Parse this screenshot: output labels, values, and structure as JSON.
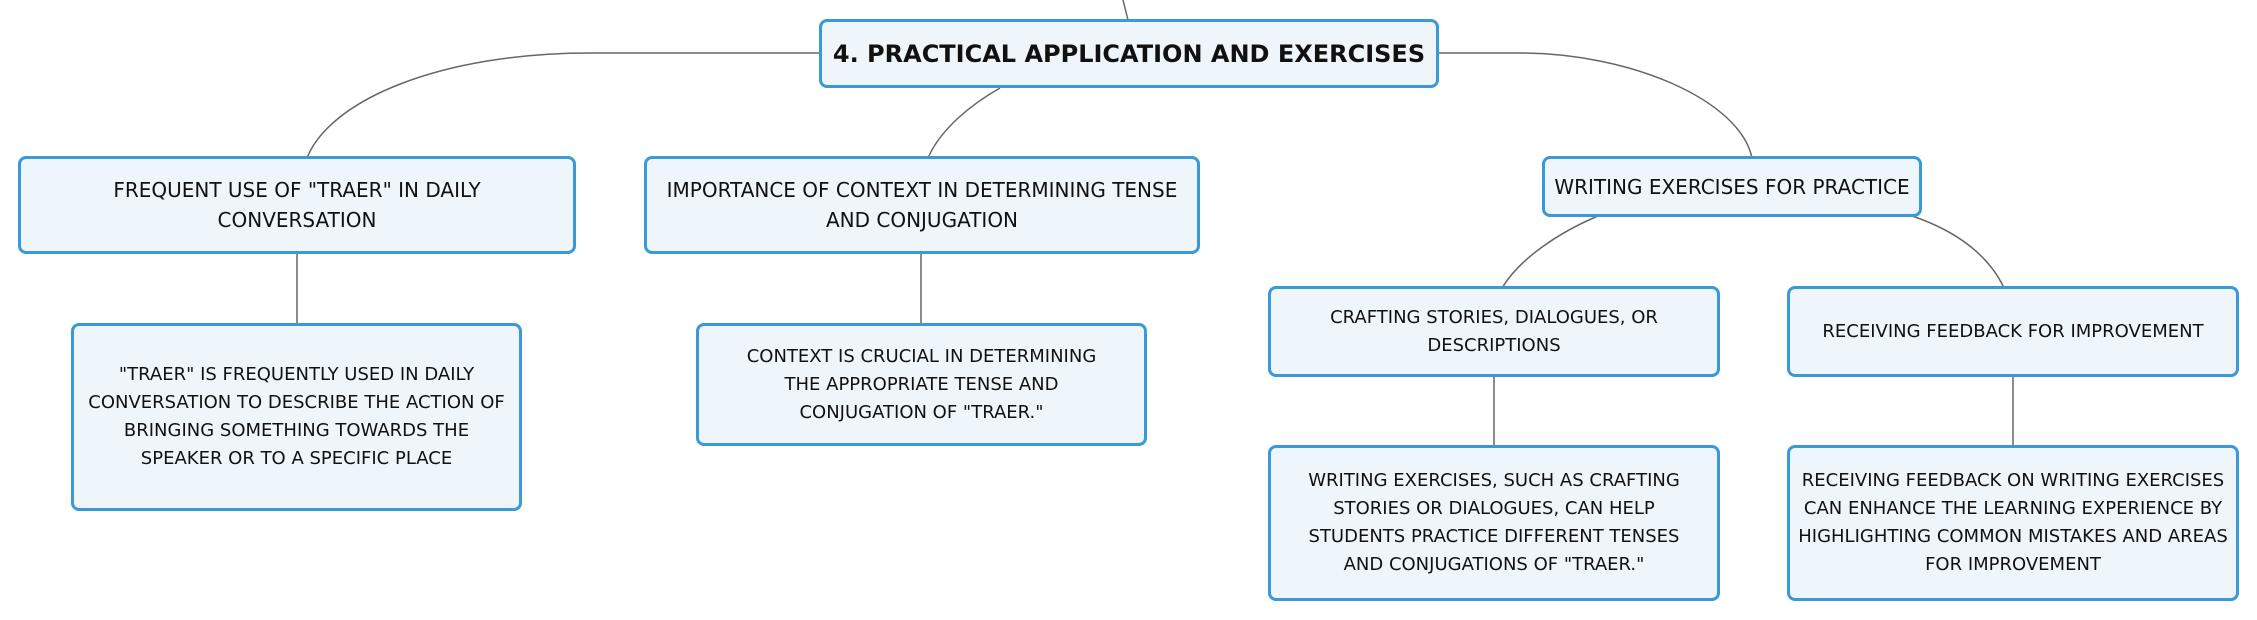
{
  "root": {
    "label": "4. PRACTICAL APPLICATION AND EXERCISES"
  },
  "branches": [
    {
      "label": "FREQUENT USE OF \"TRAER\" IN DAILY CONVERSATION",
      "detail": "\"TRAER\" IS FREQUENTLY USED IN DAILY CONVERSATION TO DESCRIBE THE ACTION OF BRINGING SOMETHING TOWARDS THE SPEAKER OR TO A SPECIFIC PLACE"
    },
    {
      "label": "IMPORTANCE OF CONTEXT IN DETERMINING TENSE AND CONJUGATION",
      "detail": "CONTEXT IS CRUCIAL IN DETERMINING THE APPROPRIATE TENSE AND CONJUGATION OF \"TRAER.\""
    },
    {
      "label": "WRITING EXERCISES FOR PRACTICE",
      "children": [
        {
          "label": "CRAFTING STORIES, DIALOGUES, OR DESCRIPTIONS",
          "detail": "WRITING EXERCISES, SUCH AS CRAFTING STORIES OR DIALOGUES, CAN HELP STUDENTS PRACTICE DIFFERENT TENSES AND CONJUGATIONS OF \"TRAER.\""
        },
        {
          "label": "RECEIVING FEEDBACK FOR IMPROVEMENT",
          "detail": "RECEIVING FEEDBACK ON WRITING EXERCISES CAN ENHANCE THE LEARNING EXPERIENCE BY HIGHLIGHTING COMMON MISTAKES AND AREAS FOR IMPROVEMENT"
        }
      ]
    }
  ],
  "colors": {
    "node_border": "#3a9ad9",
    "node_fill": "#eef6fc",
    "connector": "#666666"
  }
}
